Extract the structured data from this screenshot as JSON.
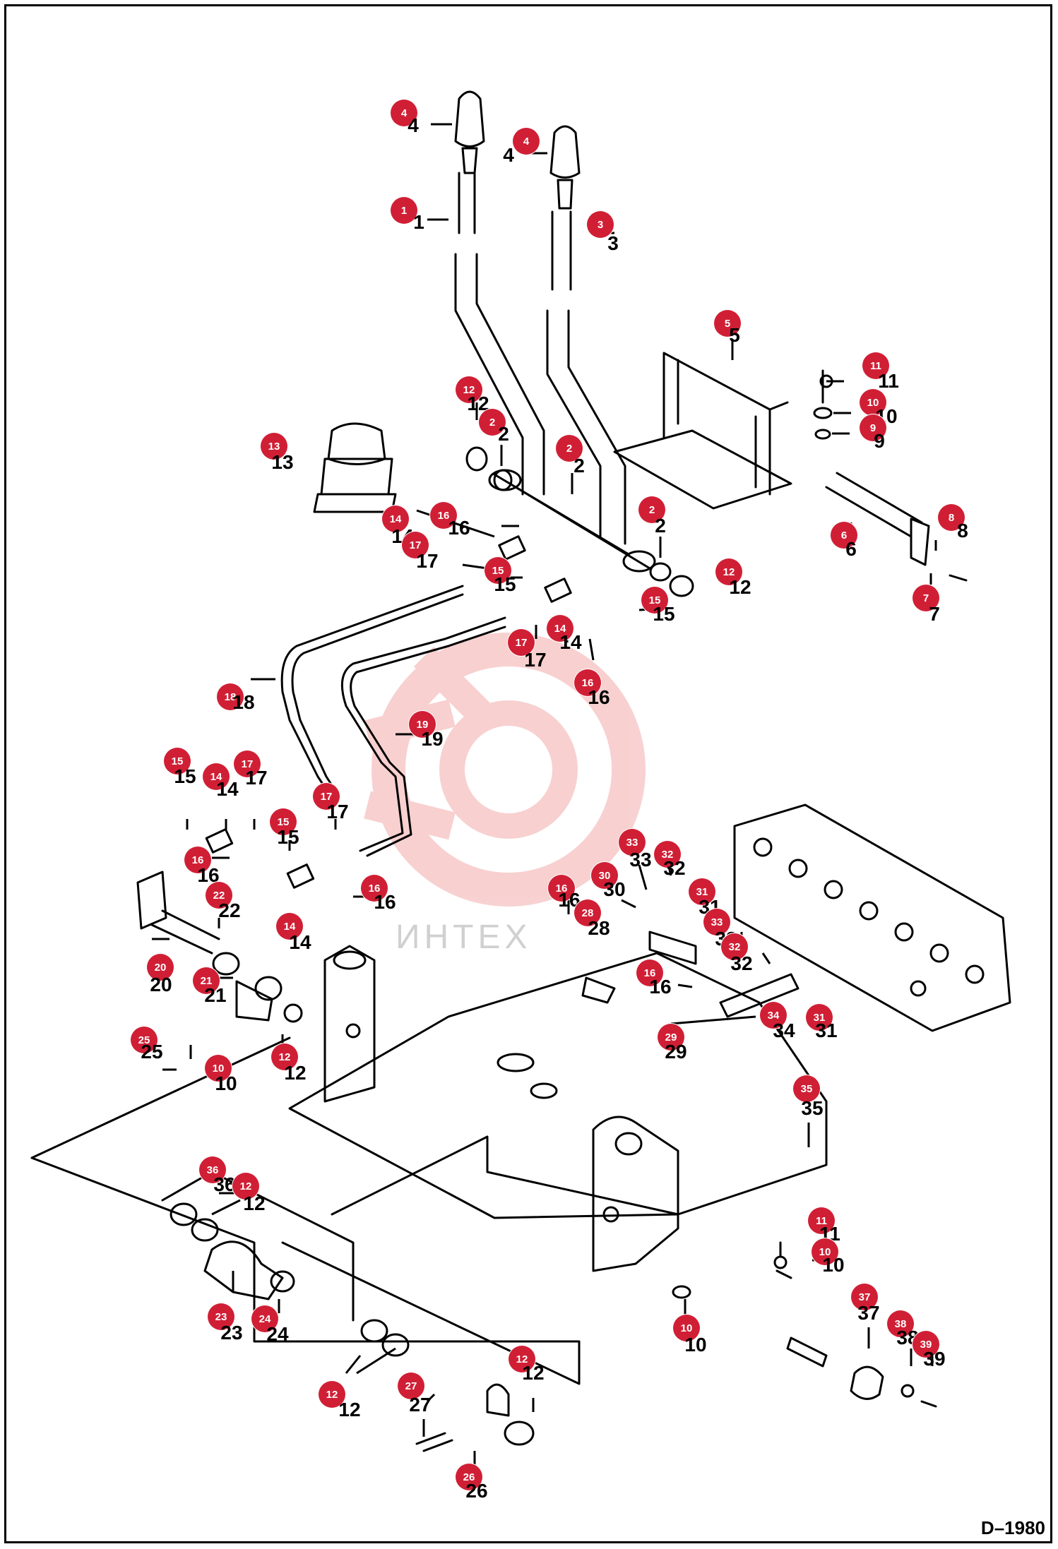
{
  "drawing_number": "D–1980",
  "watermark": "ИНТЕХ",
  "callouts": [
    {
      "id": "c4a",
      "n": "4"
    },
    {
      "id": "c4b",
      "n": "4"
    },
    {
      "id": "c1",
      "n": "1"
    },
    {
      "id": "c3",
      "n": "3"
    },
    {
      "id": "c5",
      "n": "5"
    },
    {
      "id": "c11a",
      "n": "11"
    },
    {
      "id": "c10a",
      "n": "10"
    },
    {
      "id": "c9",
      "n": "9"
    },
    {
      "id": "c12a",
      "n": "12"
    },
    {
      "id": "c2a",
      "n": "2"
    },
    {
      "id": "c2b",
      "n": "2"
    },
    {
      "id": "c13",
      "n": "13"
    },
    {
      "id": "c2c",
      "n": "2"
    },
    {
      "id": "c8",
      "n": "8"
    },
    {
      "id": "c6",
      "n": "6"
    },
    {
      "id": "c14a",
      "n": "14"
    },
    {
      "id": "c16a",
      "n": "16"
    },
    {
      "id": "c17a",
      "n": "17"
    },
    {
      "id": "c15a",
      "n": "15"
    },
    {
      "id": "c12b",
      "n": "12"
    },
    {
      "id": "c7",
      "n": "7"
    },
    {
      "id": "c15b",
      "n": "15"
    },
    {
      "id": "c17b",
      "n": "17"
    },
    {
      "id": "c14b",
      "n": "14"
    },
    {
      "id": "c16b",
      "n": "16"
    },
    {
      "id": "c18",
      "n": "18"
    },
    {
      "id": "c19",
      "n": "19"
    },
    {
      "id": "c15c",
      "n": "15"
    },
    {
      "id": "c14c",
      "n": "14"
    },
    {
      "id": "c17c",
      "n": "17"
    },
    {
      "id": "c17d",
      "n": "17"
    },
    {
      "id": "c15d",
      "n": "15"
    },
    {
      "id": "c16c",
      "n": "16"
    },
    {
      "id": "c22",
      "n": "22"
    },
    {
      "id": "c16d",
      "n": "16"
    },
    {
      "id": "c14d",
      "n": "14"
    },
    {
      "id": "c20",
      "n": "20"
    },
    {
      "id": "c21",
      "n": "21"
    },
    {
      "id": "c25",
      "n": "25"
    },
    {
      "id": "c10b",
      "n": "10"
    },
    {
      "id": "c12c",
      "n": "12"
    },
    {
      "id": "c33a",
      "n": "33"
    },
    {
      "id": "c32a",
      "n": "32"
    },
    {
      "id": "c30",
      "n": "30"
    },
    {
      "id": "c16e",
      "n": "16"
    },
    {
      "id": "c28",
      "n": "28"
    },
    {
      "id": "c31a",
      "n": "31"
    },
    {
      "id": "c33b",
      "n": "33"
    },
    {
      "id": "c32b",
      "n": "32"
    },
    {
      "id": "c16f",
      "n": "16"
    },
    {
      "id": "c34",
      "n": "34"
    },
    {
      "id": "c31b",
      "n": "31"
    },
    {
      "id": "c29",
      "n": "29"
    },
    {
      "id": "c35",
      "n": "35"
    },
    {
      "id": "c36",
      "n": "36"
    },
    {
      "id": "c12d",
      "n": "12"
    },
    {
      "id": "c11b",
      "n": "11"
    },
    {
      "id": "c10c",
      "n": "10"
    },
    {
      "id": "c23",
      "n": "23"
    },
    {
      "id": "c24",
      "n": "24"
    },
    {
      "id": "c10d",
      "n": "10"
    },
    {
      "id": "c37",
      "n": "37"
    },
    {
      "id": "c38",
      "n": "38"
    },
    {
      "id": "c39",
      "n": "39"
    },
    {
      "id": "c12e",
      "n": "12"
    },
    {
      "id": "c27",
      "n": "27"
    },
    {
      "id": "c12f",
      "n": "12"
    },
    {
      "id": "c26",
      "n": "26"
    }
  ]
}
